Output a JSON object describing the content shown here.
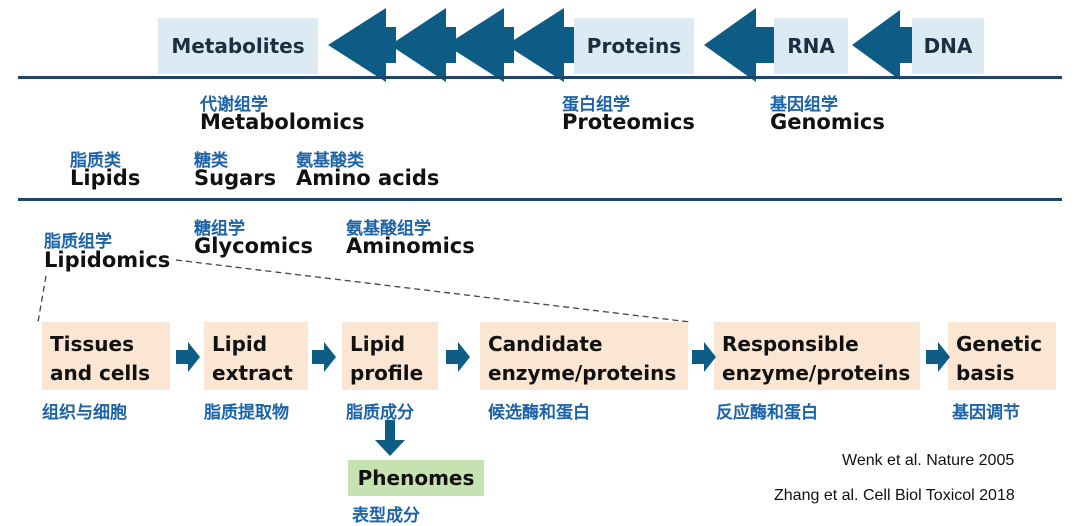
{
  "top_flow": {
    "metabolites": "Metabolites",
    "proteins": "Proteins",
    "rna": "RNA",
    "dna": "DNA"
  },
  "omics": {
    "metabolomics_zh": "代谢组学",
    "metabolomics_en": "Metabolomics",
    "proteomics_zh": "蛋白组学",
    "proteomics_en": "Proteomics",
    "genomics_zh": "基因组学",
    "genomics_en": "Genomics"
  },
  "metabolite_classes": {
    "lipids_zh": "脂质类",
    "lipids_en": "Lipids",
    "sugars_zh": "糖类",
    "sugars_en": "Sugars",
    "amino_zh": "氨基酸类",
    "amino_en": "Amino acids"
  },
  "sub_omics": {
    "lipidomics_zh": "脂质组学",
    "lipidomics_en": "Lipidomics",
    "glycomics_zh": "糖组学",
    "glycomics_en": "Glycomics",
    "aminomics_zh": "氨基酸组学",
    "aminomics_en": "Aminomics"
  },
  "process": [
    {
      "l1": "Tissues",
      "l2": "and cells",
      "zh": "组织与细胞"
    },
    {
      "l1": "Lipid",
      "l2": "extract",
      "zh": "脂质提取物"
    },
    {
      "l1": "Lipid",
      "l2": "profile",
      "zh": "脂质成分"
    },
    {
      "l1": "Candidate",
      "l2": "enzyme/proteins",
      "zh": "候选酶和蛋白"
    },
    {
      "l1": "Responsible",
      "l2": "enzyme/proteins",
      "zh": "反应酶和蛋白"
    },
    {
      "l1": "Genetic",
      "l2": "basis",
      "zh": "基因调节"
    }
  ],
  "phenomes": {
    "en": "Phenomes",
    "zh": "表型成分"
  },
  "references": {
    "ref1": "Wenk et al.  Nature 2005",
    "ref2": "Zhang et al. Cell Biol Toxicol 2018"
  },
  "colors": {
    "arrow": "#0d5c86",
    "line": "#1e4566",
    "chinese_text": "#1d63a8",
    "box_blue": "#dceaf3",
    "box_peach": "#fbe6d3",
    "box_green": "#c6e2b0"
  }
}
